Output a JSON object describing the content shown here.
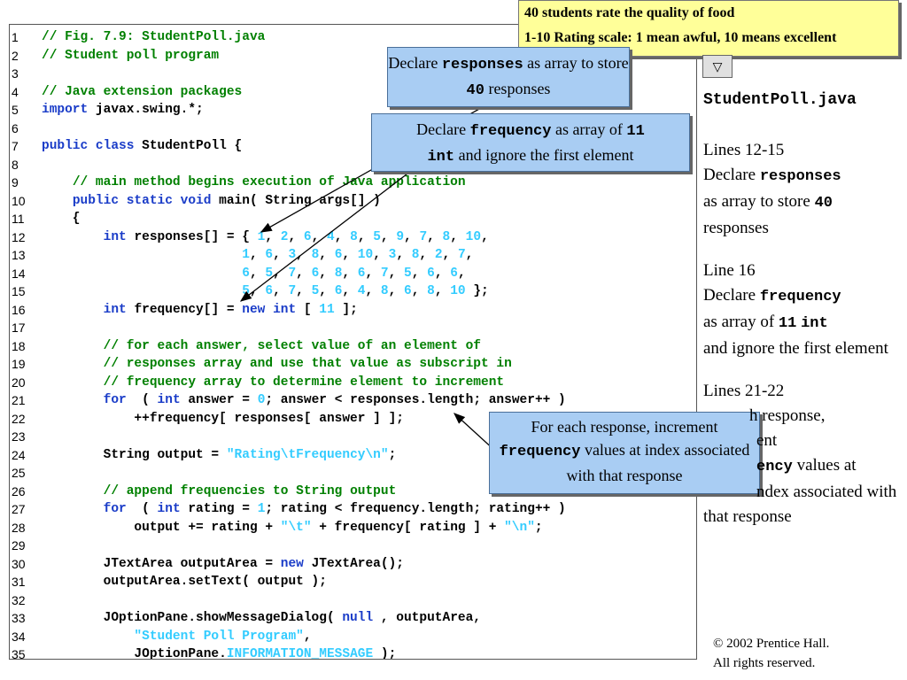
{
  "note": {
    "line1": "40 students rate the quality of food",
    "line2": "1-10 Rating scale: 1 mean awful, 10 means excellent"
  },
  "callout1": {
    "pre": "Declare ",
    "code1": "responses",
    "mid": " as array to store ",
    "code2": "40",
    "post": " responses"
  },
  "callout2": {
    "pre": "Declare ",
    "code1": "frequency",
    "mid": " as array of ",
    "code2": "11",
    "code3": "int",
    "post": " and ignore the first element"
  },
  "callout3": {
    "pre": "For each response, increment ",
    "code1": "frequency",
    "post": " values at index associated with that response"
  },
  "sidebar": {
    "title": "StudentPoll.java",
    "s1_head": "Lines 12-15",
    "s1_pre": "Declare ",
    "s1_code": "responses",
    "s1_mid": " as array to store ",
    "s1_code2": "40",
    "s1_post": " responses",
    "s2_head": "Line 16",
    "s2_pre": "Declare ",
    "s2_code": "frequency",
    "s2_mid": " as array of ",
    "s2_code2": "11",
    "s2_code3": "int",
    "s2_post": " and ignore the first element",
    "s3_head": "Lines 21-22",
    "s3_line1": "h response,",
    "s3_line2": "ent",
    "s3_code": "ency",
    "s3_line3": " values at",
    "s3_line4": "ndex associated with",
    "s3_line5": "that response"
  },
  "arrow_button": "▽",
  "copyright": {
    "line1": "© 2002 Prentice Hall.",
    "line2": "All rights reserved."
  },
  "code_lines": [
    {
      "n": "1",
      "segs": [
        [
          "cm",
          "// Fig. 7.9: StudentPoll.java"
        ]
      ]
    },
    {
      "n": "2",
      "segs": [
        [
          "cm",
          "// Student poll program"
        ]
      ]
    },
    {
      "n": "3",
      "segs": []
    },
    {
      "n": "4",
      "segs": [
        [
          "cm",
          "// Java extension packages"
        ]
      ]
    },
    {
      "n": "5",
      "segs": [
        [
          "kw",
          "import"
        ],
        [
          "",
          "javax.swing.*;"
        ]
      ]
    },
    {
      "n": "6",
      "segs": []
    },
    {
      "n": "7",
      "segs": [
        [
          "kw",
          "public class"
        ],
        [
          "",
          "StudentPoll {"
        ]
      ]
    },
    {
      "n": "8",
      "segs": []
    },
    {
      "n": "9",
      "segs": [
        [
          "",
          "    "
        ],
        [
          "cm",
          "// main method begins execution of Java application"
        ]
      ]
    },
    {
      "n": "10",
      "segs": [
        [
          "",
          "    "
        ],
        [
          "kw",
          "public static void"
        ],
        [
          "",
          "main( String args[] )"
        ]
      ]
    },
    {
      "n": "11",
      "segs": [
        [
          "",
          "    {"
        ]
      ]
    },
    {
      "n": "12",
      "segs": [
        [
          "",
          "        "
        ],
        [
          "kw",
          "int"
        ],
        [
          "",
          "responses[] = { "
        ],
        [
          "nm",
          "1"
        ],
        [
          "",
          ", "
        ],
        [
          "nm",
          "2"
        ],
        [
          "",
          ", "
        ],
        [
          "nm",
          "6"
        ],
        [
          "",
          ", "
        ],
        [
          "nm",
          "4"
        ],
        [
          "",
          ", "
        ],
        [
          "nm",
          "8"
        ],
        [
          "",
          ", "
        ],
        [
          "nm",
          "5"
        ],
        [
          "",
          ", "
        ],
        [
          "nm",
          "9"
        ],
        [
          "",
          ", "
        ],
        [
          "nm",
          "7"
        ],
        [
          "",
          ", "
        ],
        [
          "nm",
          "8"
        ],
        [
          "",
          ", "
        ],
        [
          "nm",
          "10"
        ],
        [
          "",
          ","
        ]
      ]
    },
    {
      "n": "13",
      "segs": [
        [
          "",
          "                          "
        ],
        [
          "nm",
          "1"
        ],
        [
          "",
          ", "
        ],
        [
          "nm",
          "6"
        ],
        [
          "",
          ", "
        ],
        [
          "nm",
          "3"
        ],
        [
          "",
          ", "
        ],
        [
          "nm",
          "8"
        ],
        [
          "",
          ", "
        ],
        [
          "nm",
          "6"
        ],
        [
          "",
          ", "
        ],
        [
          "nm",
          "10"
        ],
        [
          "",
          ", "
        ],
        [
          "nm",
          "3"
        ],
        [
          "",
          ", "
        ],
        [
          "nm",
          "8"
        ],
        [
          "",
          ", "
        ],
        [
          "nm",
          "2"
        ],
        [
          "",
          ", "
        ],
        [
          "nm",
          "7"
        ],
        [
          "",
          ","
        ]
      ]
    },
    {
      "n": "14",
      "segs": [
        [
          "",
          "                          "
        ],
        [
          "nm",
          "6"
        ],
        [
          "",
          ", "
        ],
        [
          "nm",
          "5"
        ],
        [
          "",
          ", "
        ],
        [
          "nm",
          "7"
        ],
        [
          "",
          ", "
        ],
        [
          "nm",
          "6"
        ],
        [
          "",
          ", "
        ],
        [
          "nm",
          "8"
        ],
        [
          "",
          ", "
        ],
        [
          "nm",
          "6"
        ],
        [
          "",
          ", "
        ],
        [
          "nm",
          "7"
        ],
        [
          "",
          ", "
        ],
        [
          "nm",
          "5"
        ],
        [
          "",
          ", "
        ],
        [
          "nm",
          "6"
        ],
        [
          "",
          ", "
        ],
        [
          "nm",
          "6"
        ],
        [
          "",
          ","
        ]
      ]
    },
    {
      "n": "15",
      "segs": [
        [
          "",
          "                          "
        ],
        [
          "nm",
          "5"
        ],
        [
          "",
          ", "
        ],
        [
          "nm",
          "6"
        ],
        [
          "",
          ", "
        ],
        [
          "nm",
          "7"
        ],
        [
          "",
          ", "
        ],
        [
          "nm",
          "5"
        ],
        [
          "",
          ", "
        ],
        [
          "nm",
          "6"
        ],
        [
          "",
          ", "
        ],
        [
          "nm",
          "4"
        ],
        [
          "",
          ", "
        ],
        [
          "nm",
          "8"
        ],
        [
          "",
          ", "
        ],
        [
          "nm",
          "6"
        ],
        [
          "",
          ", "
        ],
        [
          "nm",
          "8"
        ],
        [
          "",
          ", "
        ],
        [
          "nm",
          "10"
        ],
        [
          "",
          " };"
        ]
      ]
    },
    {
      "n": "16",
      "segs": [
        [
          "",
          "        "
        ],
        [
          "kw",
          "int"
        ],
        [
          "",
          "frequency[] = "
        ],
        [
          "kw",
          "new int"
        ],
        [
          "",
          "[ "
        ],
        [
          "nm",
          "11"
        ],
        [
          "",
          " ];"
        ]
      ]
    },
    {
      "n": "17",
      "segs": []
    },
    {
      "n": "18",
      "segs": [
        [
          "",
          "        "
        ],
        [
          "cm",
          "// for each answer, select value of an element of"
        ]
      ]
    },
    {
      "n": "19",
      "segs": [
        [
          "",
          "        "
        ],
        [
          "cm",
          "// responses array and use that value as subscript in"
        ]
      ]
    },
    {
      "n": "20",
      "segs": [
        [
          "",
          "        "
        ],
        [
          "cm",
          "// frequency array to determine element to increment"
        ]
      ]
    },
    {
      "n": "21",
      "segs": [
        [
          "",
          "        "
        ],
        [
          "kw",
          "for"
        ],
        [
          "",
          " ( "
        ],
        [
          "kw",
          "int"
        ],
        [
          "",
          "answer = "
        ],
        [
          "nm",
          "0"
        ],
        [
          "",
          "; answer < responses.length; answer++ )"
        ]
      ]
    },
    {
      "n": "22",
      "segs": [
        [
          "",
          "            ++frequency[ responses[ answer ] ];"
        ]
      ]
    },
    {
      "n": "23",
      "segs": []
    },
    {
      "n": "24",
      "segs": [
        [
          "",
          "        String output = "
        ],
        [
          "st",
          "\"Rating\\tFrequency\\n\""
        ],
        [
          "",
          ";"
        ]
      ]
    },
    {
      "n": "25",
      "segs": []
    },
    {
      "n": "26",
      "segs": [
        [
          "",
          "        "
        ],
        [
          "cm",
          "// append frequencies to String output"
        ]
      ]
    },
    {
      "n": "27",
      "segs": [
        [
          "",
          "        "
        ],
        [
          "kw",
          "for"
        ],
        [
          "",
          " ( "
        ],
        [
          "kw",
          "int"
        ],
        [
          "",
          "rating = "
        ],
        [
          "nm",
          "1"
        ],
        [
          "",
          "; rating < frequency.length; rating++ )"
        ]
      ]
    },
    {
      "n": "28",
      "segs": [
        [
          "",
          "            output += rating + "
        ],
        [
          "st",
          "\"\\t\""
        ],
        [
          "",
          " + frequency[ rating ] + "
        ],
        [
          "st",
          "\"\\n\""
        ],
        [
          "",
          ";"
        ]
      ]
    },
    {
      "n": "29",
      "segs": []
    },
    {
      "n": "30",
      "segs": [
        [
          "",
          "        JTextArea outputArea = "
        ],
        [
          "kw",
          "new"
        ],
        [
          "",
          "JTextArea();"
        ]
      ]
    },
    {
      "n": "31",
      "segs": [
        [
          "",
          "        outputArea.setText( output );"
        ]
      ]
    },
    {
      "n": "32",
      "segs": []
    },
    {
      "n": "33",
      "segs": [
        [
          "",
          "        JOptionPane.showMessageDialog( "
        ],
        [
          "kw",
          "null"
        ],
        [
          "",
          ", outputArea,"
        ]
      ]
    },
    {
      "n": "34",
      "segs": [
        [
          "",
          "            "
        ],
        [
          "st",
          "\"Student Poll Program\""
        ],
        [
          "",
          ","
        ]
      ]
    },
    {
      "n": "35",
      "segs": [
        [
          "",
          "            JOptionPane."
        ],
        [
          "st",
          "INFORMATION_MESSAGE"
        ],
        [
          "",
          " );"
        ]
      ]
    }
  ]
}
